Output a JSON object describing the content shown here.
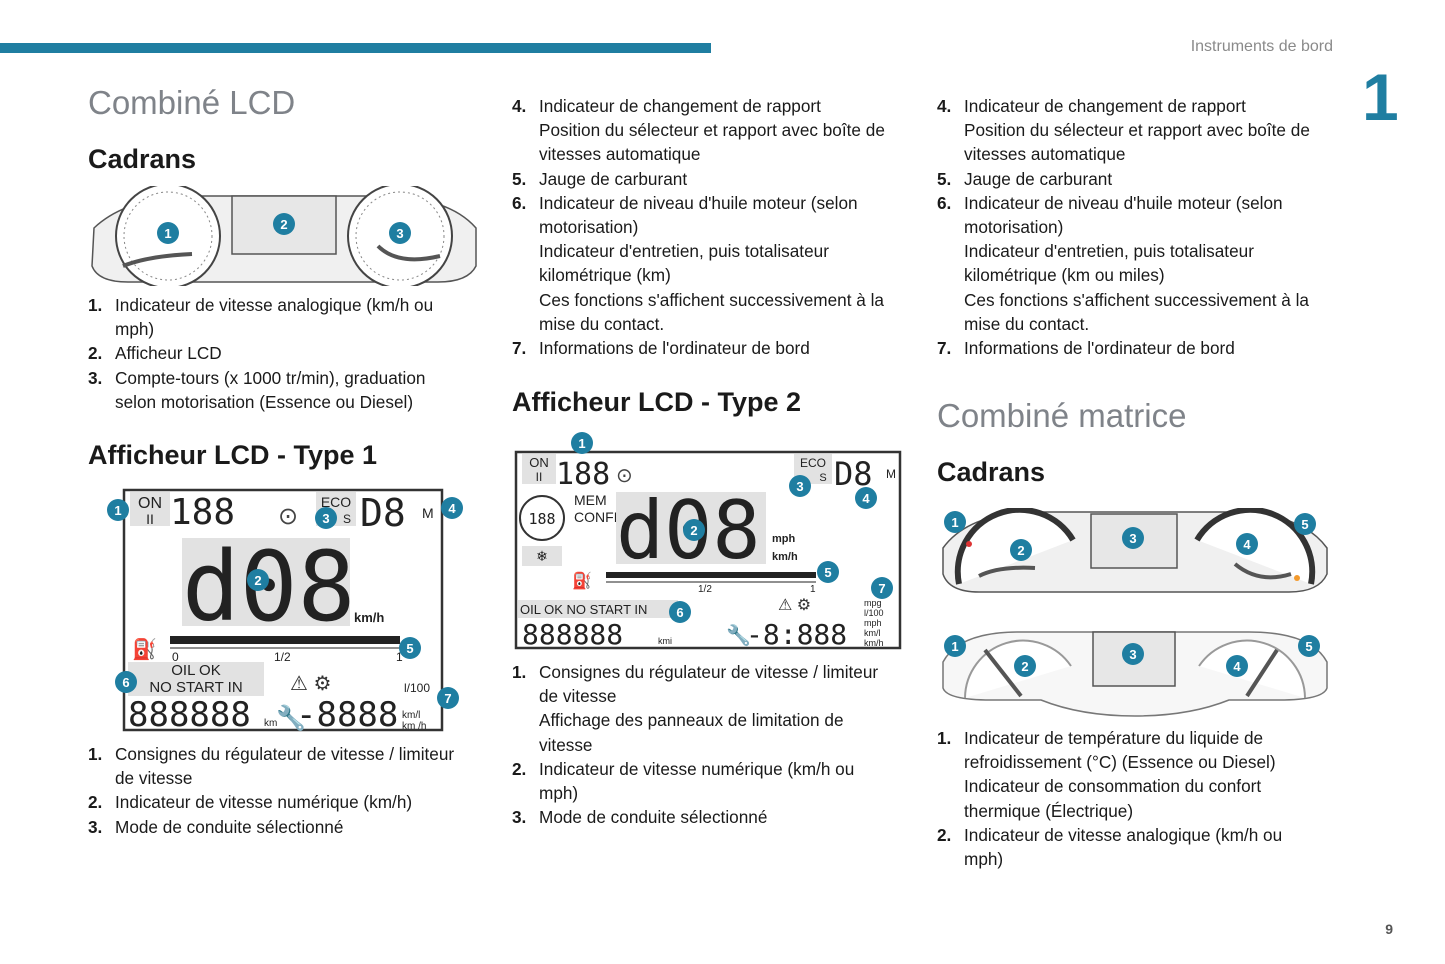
{
  "header": {
    "section_title": "Instruments de bord",
    "chapter": "1",
    "page_number": "9"
  },
  "col1": {
    "title": "Combiné LCD",
    "subtitle": "Cadrans",
    "list1": [
      {
        "num": "1.",
        "lines": [
          "Indicateur de vitesse analogique (km/h ou",
          "mph)"
        ]
      },
      {
        "num": "2.",
        "lines": [
          "Afficheur LCD"
        ]
      },
      {
        "num": "3.",
        "lines": [
          "Compte-tours (x 1000 tr/min), graduation",
          "selon motorisation (Essence ou Diesel)"
        ]
      }
    ],
    "heading2": "Afficheur LCD - Type 1",
    "list2": [
      {
        "num": "1.",
        "lines": [
          "Consignes du régulateur de vitesse / limiteur",
          "de vitesse"
        ]
      },
      {
        "num": "2.",
        "lines": [
          "Indicateur de vitesse numérique (km/h)"
        ]
      },
      {
        "num": "3.",
        "lines": [
          "Mode de conduite sélectionné"
        ]
      }
    ]
  },
  "col2": {
    "list1": [
      {
        "num": "4.",
        "lines": [
          "Indicateur de changement de rapport",
          "Position du sélecteur et rapport avec boîte de",
          "vitesses automatique"
        ]
      },
      {
        "num": "5.",
        "lines": [
          "Jauge de carburant"
        ]
      },
      {
        "num": "6.",
        "lines": [
          "Indicateur de niveau d'huile moteur (selon",
          "motorisation)",
          "Indicateur d'entretien, puis totalisateur",
          "kilométrique (km)",
          "Ces fonctions s'affichent successivement à la",
          "mise du contact."
        ]
      },
      {
        "num": "7.",
        "lines": [
          "Informations de l'ordinateur de bord"
        ]
      }
    ],
    "heading2": "Afficheur LCD - Type 2",
    "list2": [
      {
        "num": "1.",
        "lines": [
          "Consignes du régulateur de vitesse / limiteur",
          "de vitesse",
          "Affichage des panneaux de limitation de",
          "vitesse"
        ]
      },
      {
        "num": "2.",
        "lines": [
          "Indicateur de vitesse numérique (km/h ou",
          "mph)"
        ]
      },
      {
        "num": "3.",
        "lines": [
          "Mode de conduite sélectionné"
        ]
      }
    ]
  },
  "col3": {
    "list1": [
      {
        "num": "4.",
        "lines": [
          "Indicateur de changement de rapport",
          "Position du sélecteur et rapport avec boîte de",
          "vitesses automatique"
        ]
      },
      {
        "num": "5.",
        "lines": [
          "Jauge de carburant"
        ]
      },
      {
        "num": "6.",
        "lines": [
          "Indicateur de niveau d'huile moteur (selon",
          "motorisation)",
          "Indicateur d'entretien, puis totalisateur",
          "kilométrique (km ou miles)",
          "Ces fonctions s'affichent successivement à la",
          "mise du contact."
        ]
      },
      {
        "num": "7.",
        "lines": [
          "Informations de l'ordinateur de bord"
        ]
      }
    ],
    "title": "Combiné matrice",
    "subtitle": "Cadrans",
    "list2": [
      {
        "num": "1.",
        "lines": [
          "Indicateur de température du liquide de",
          "refroidissement (°C) (Essence ou Diesel)",
          "Indicateur de consommation du confort",
          "thermique (Électrique)"
        ]
      },
      {
        "num": "2.",
        "lines": [
          "Indicateur de vitesse analogique (km/h ou",
          "mph)"
        ]
      }
    ]
  },
  "figures": {
    "accent_color": "#1f7ea1",
    "callout_color": "#1f7ea1",
    "lcd1": {
      "on": "ON",
      "pause": "II",
      "eco": "ECO",
      "s": "S",
      "gear": "D8",
      "m": "M",
      "speed": "d08",
      "unit": "km/h",
      "gauge_0": "0",
      "gauge_half": "1/2",
      "gauge_1": "1",
      "oil_ok": "OIL OK",
      "no_start_in": "NO START IN",
      "odo": "888888",
      "odo_unit": "km",
      "trip": "-8888",
      "cons": "l/100",
      "cons_unit": "km/l km /h"
    },
    "lcd2": {
      "on": "ON",
      "pause": "II",
      "eco": "ECO",
      "s": "S",
      "gear": "D8",
      "m": "M",
      "mem": "MEM",
      "confirm": "CONFIRM",
      "speed": "d08",
      "mph": "mph",
      "kmh": "km/h",
      "limit": "188",
      "oil_ok": "OIL OK",
      "no_start_in": "NO START IN",
      "odo": "888888",
      "odo_unit": "kmi",
      "trip": "-8:888",
      "units": "mpg l/100 mph km/l km/h",
      "gauge_half": "1/2",
      "gauge_1": "1"
    },
    "callouts": [
      "1",
      "2",
      "3",
      "4",
      "5",
      "6",
      "7"
    ]
  }
}
